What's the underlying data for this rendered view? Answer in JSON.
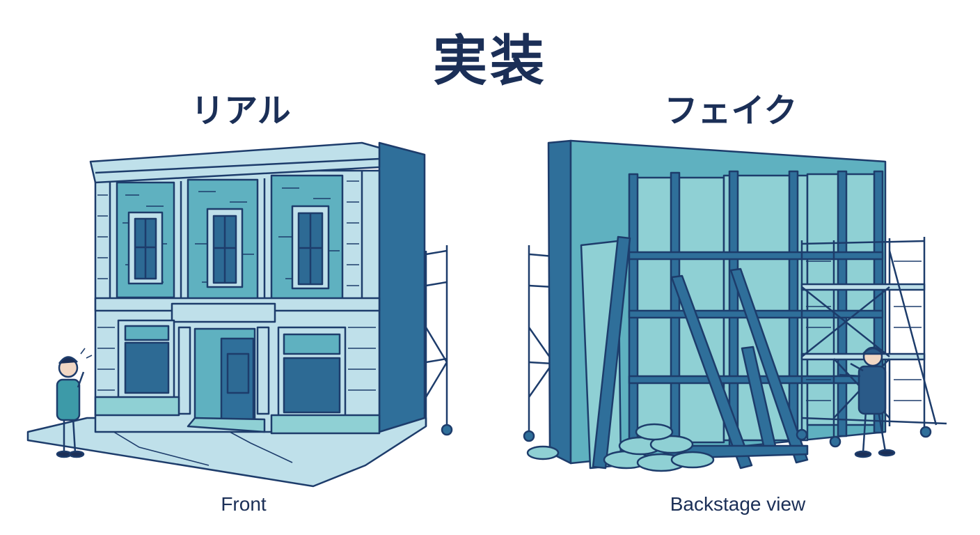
{
  "title": "実装",
  "panels": {
    "left": {
      "label": "リアル",
      "caption": "Front"
    },
    "right": {
      "label": "フェイク",
      "caption": "Backstage view"
    }
  },
  "colors": {
    "ink": "#1b2f57",
    "stroke": "#1d3c6b",
    "light": "#bfe0ea",
    "mid": "#5fb1c0",
    "dark": "#2f6f9a"
  }
}
